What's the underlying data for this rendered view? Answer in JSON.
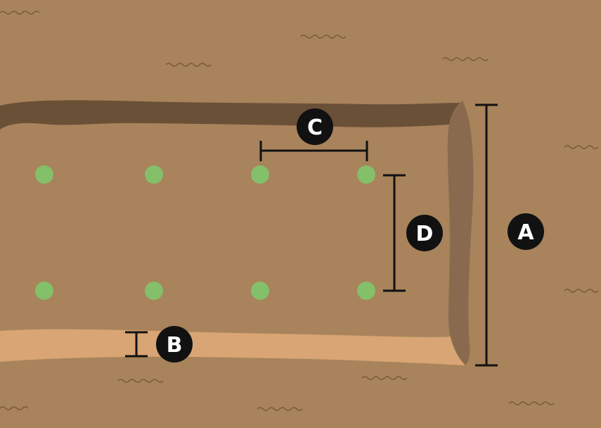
{
  "colors": {
    "soil": "#a8835b",
    "mound_top": "#6b5038",
    "mound_right": "#8a6a4e",
    "trench_bottom": "#d9a574",
    "plant": "#84bf6a",
    "marker": "#111111",
    "badge_text": "#ffffff",
    "squiggle": "#7a5a3a"
  },
  "labels": {
    "a": "A",
    "b": "B",
    "c": "C",
    "d": "D"
  },
  "plants": {
    "rows": 2,
    "columns": 4,
    "count": 8
  }
}
